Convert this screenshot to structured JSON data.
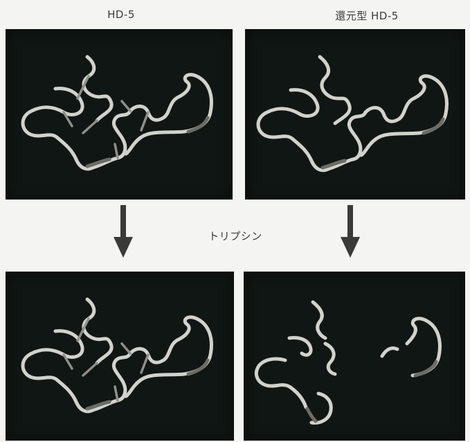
{
  "labels": {
    "top_left": "HD-5",
    "top_right": "還元型 HD-5",
    "middle": "トリプシン"
  },
  "colors": {
    "panel_background": "#101614",
    "strand": "#d2d2cc",
    "arrow": "#3a3a3a"
  },
  "panels": [
    {
      "name": "HD-5",
      "state": "native",
      "disulfide_bonds": true,
      "cleaved": false
    },
    {
      "name": "還元型 HD-5",
      "state": "reduced",
      "disulfide_bonds": false,
      "cleaved": false
    },
    {
      "name": "HD-5 after trypsin",
      "state": "native",
      "disulfide_bonds": true,
      "cleaved": false
    },
    {
      "name": "還元型 HD-5 after trypsin",
      "state": "reduced",
      "disulfide_bonds": false,
      "cleaved": true
    }
  ]
}
